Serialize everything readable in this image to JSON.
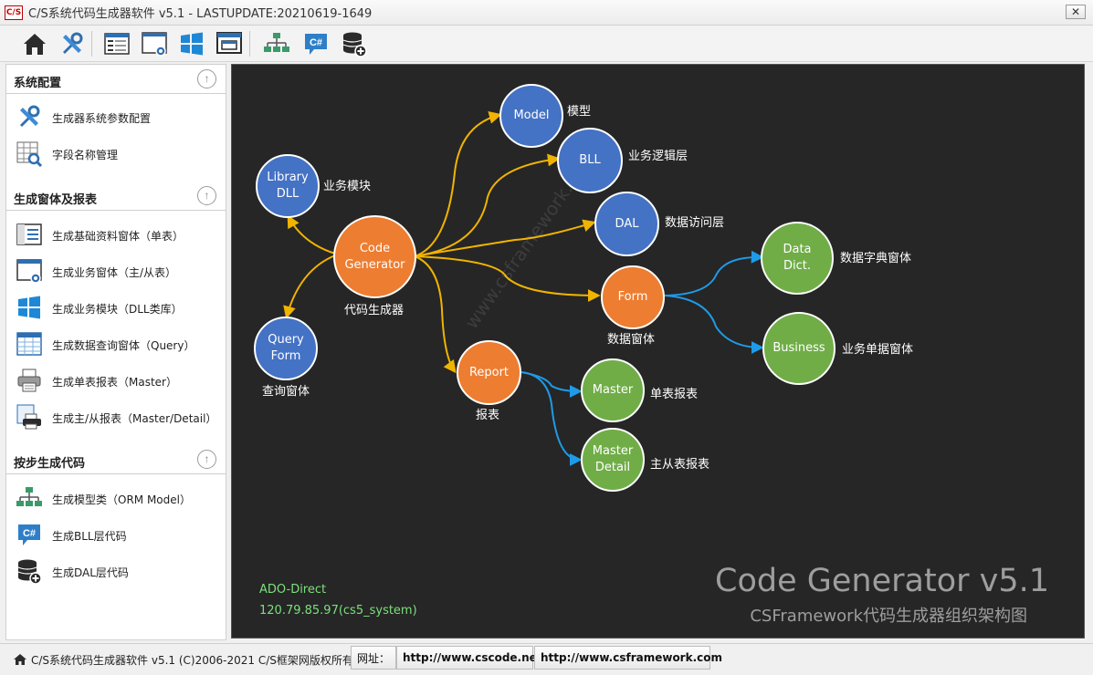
{
  "window": {
    "app_icon_text": "C/S",
    "title": "C/S系统代码生成器软件 v5.1 - LASTUPDATE:20210619-1649",
    "close_label": "✕"
  },
  "toolbar": {
    "buttons": [
      {
        "icon": "home-icon"
      },
      {
        "icon": "tools-icon"
      },
      {
        "icon": "single-form-icon"
      },
      {
        "icon": "master-detail-form-icon"
      },
      {
        "icon": "windows-module-icon"
      },
      {
        "icon": "query-window-icon"
      },
      {
        "icon": "orm-model-icon"
      },
      {
        "icon": "csharp-icon"
      },
      {
        "icon": "database-add-icon"
      }
    ]
  },
  "sidebar": {
    "groups": [
      {
        "title": "系统配置",
        "items": [
          {
            "label": "生成器系统参数配置",
            "icon": "tools-icon"
          },
          {
            "label": "字段名称管理",
            "icon": "grid-search-icon"
          }
        ]
      },
      {
        "title": "生成窗体及报表",
        "items": [
          {
            "label": "生成基础资料窗体（单表）",
            "icon": "single-form-icon"
          },
          {
            "label": "生成业务窗体（主/从表）",
            "icon": "master-detail-form-icon"
          },
          {
            "label": "生成业务模块（DLL类库）",
            "icon": "windows-module-icon"
          },
          {
            "label": "生成数据查询窗体（Query）",
            "icon": "query-grid-icon"
          },
          {
            "label": "生成单表报表（Master）",
            "icon": "printer-icon"
          },
          {
            "label": "生成主/从报表（Master/Detail）",
            "icon": "printer-detail-icon"
          }
        ]
      },
      {
        "title": "按步生成代码",
        "items": [
          {
            "label": "生成模型类（ORM Model）",
            "icon": "orm-model-icon"
          },
          {
            "label": "生成BLL层代码",
            "icon": "csharp-icon"
          },
          {
            "label": "生成DAL层代码",
            "icon": "database-add-icon"
          }
        ]
      }
    ],
    "collapse_glyph": "↑"
  },
  "diagram": {
    "nodes": {
      "library": {
        "text1": "Library",
        "text2": "DLL",
        "label": "业务模块"
      },
      "generator": {
        "text1": "Code",
        "text2": "Generator",
        "label": "代码生成器"
      },
      "query": {
        "text1": "Query",
        "text2": "Form",
        "label": "查询窗体"
      },
      "model": {
        "text1": "Model",
        "label": "模型"
      },
      "bll": {
        "text1": "BLL",
        "label": "业务逻辑层"
      },
      "dal": {
        "text1": "DAL",
        "label": "数据访问层"
      },
      "form": {
        "text1": "Form",
        "label": "数据窗体"
      },
      "datadict": {
        "text1": "Data",
        "text2": "Dict.",
        "label": "数据字典窗体"
      },
      "business": {
        "text1": "Business",
        "label": "业务单据窗体"
      },
      "report": {
        "text1": "Report",
        "label": "报表"
      },
      "master": {
        "text1": "Master",
        "label": "单表报表"
      },
      "masterdetail": {
        "text1": "Master",
        "text2": "Detail",
        "label": "主从表报表"
      }
    },
    "connection_type": "ADO-Direct",
    "connection_server": "120.79.85.97(cs5_system)",
    "title": "Code Generator v5.1",
    "subtitle": "CSFramework代码生成器组织架构图",
    "watermark": "www.csframework.com",
    "colors": {
      "blue": "#4472c4",
      "orange": "#ed7d31",
      "green": "#70ad47",
      "arrow_orange": "#f0b400",
      "arrow_blue": "#1e9be8"
    }
  },
  "statusbar": {
    "copyright": "C/S系统代码生成器软件 v5.1 (C)2006-2021 C/S框架网版权所有",
    "url_label": "网址：",
    "url1": "http://www.cscode.net",
    "url2": "http://www.csframework.com"
  }
}
